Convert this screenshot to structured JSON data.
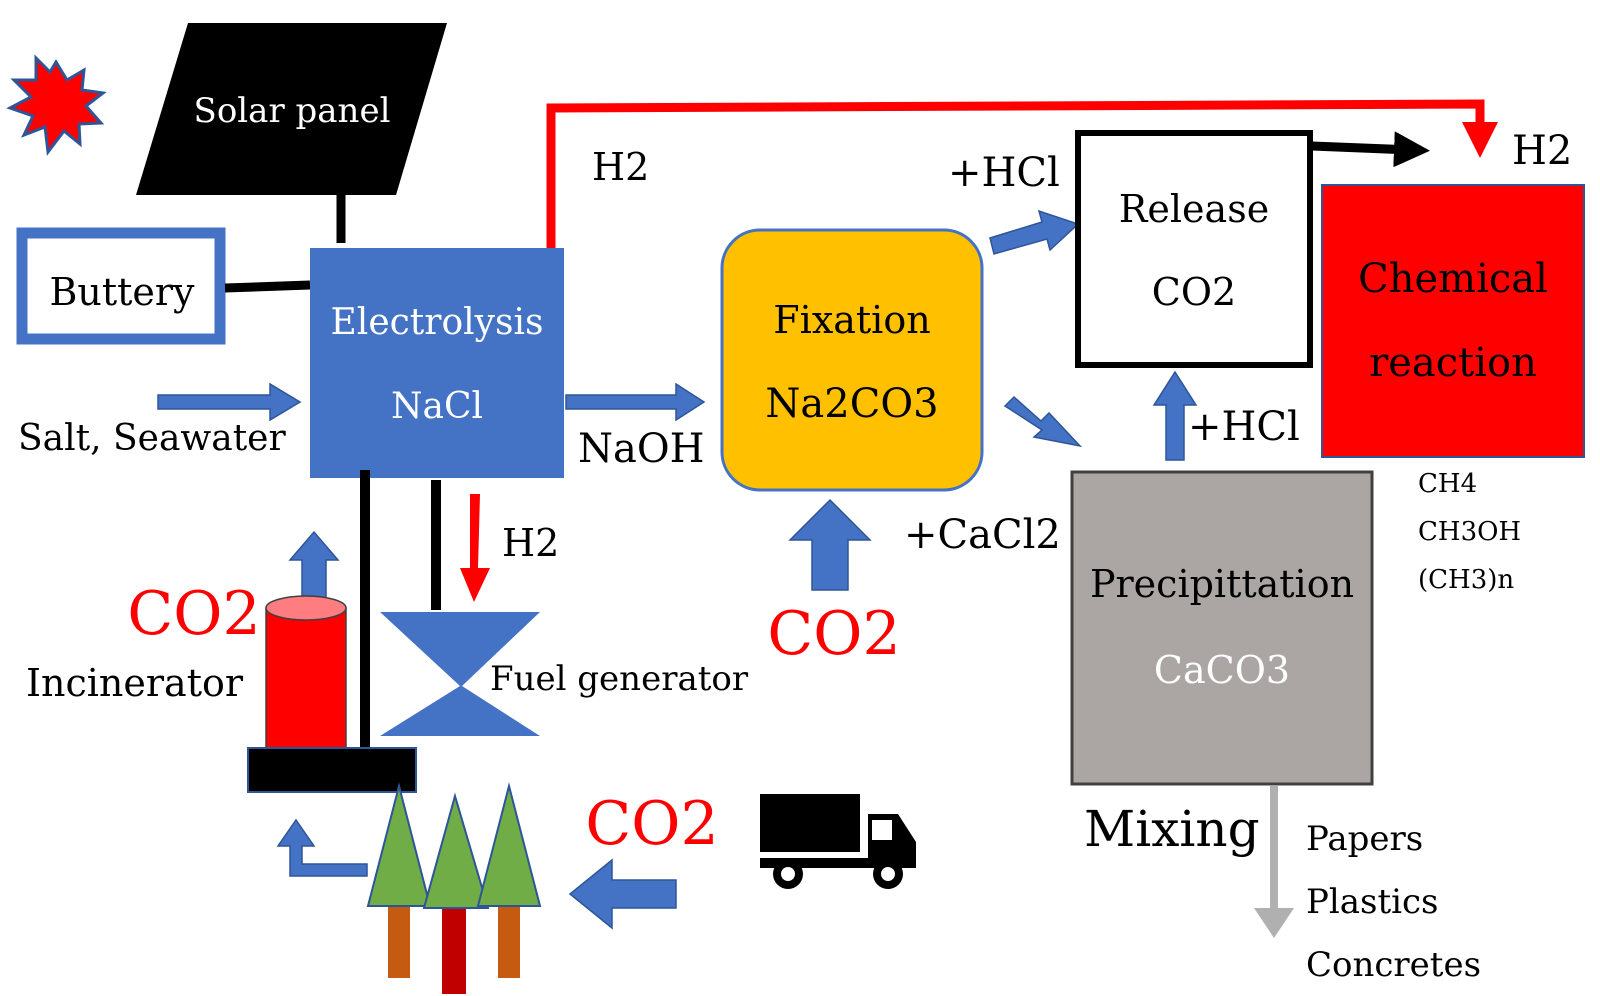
{
  "colors": {
    "blue": "#4472C4",
    "blue_dark": "#2E5597",
    "red": "#FF0000",
    "black": "#000000",
    "yellow": "#FFC000",
    "gray": "#ABA6A4",
    "green": "#70AD47",
    "trunk": "#C55A11",
    "trunk_dark": "#C00000",
    "arrow_gray": "#B0B0B0"
  },
  "nodes": {
    "solar_panel": "Solar panel",
    "battery": "Buttery",
    "electrolysis": {
      "line1": "Electrolysis",
      "line2": "NaCl"
    },
    "fixation": {
      "line1": "Fixation",
      "line2": "Na2CO3"
    },
    "release": {
      "line1": "Release",
      "line2": "CO2"
    },
    "chemical_reaction": {
      "line1": "Chemical",
      "line2": "reaction"
    },
    "precipitation": {
      "line1": "Precipittation",
      "line2": "CaCO3"
    },
    "fuel_generator": "Fuel generator",
    "incinerator": "Incinerator"
  },
  "labels": {
    "salt_seawater": "Salt, Seawater",
    "h2_top": "H2",
    "h2_right": "H2",
    "h2_fuel": "H2",
    "naoh": "NaOH",
    "hcl_top": "+HCl",
    "hcl_mid": "+HCl",
    "cacl2": "+CaCl2",
    "co2_fixation": "CO2",
    "co2_incinerator": "CO2",
    "co2_truck": "CO2",
    "mixing": "Mixing"
  },
  "products": {
    "chemicals": [
      "CH4",
      "CH3OH",
      "(CH3)n"
    ],
    "materials": [
      "Papers",
      "Plastics",
      "Concretes"
    ]
  },
  "icons": {
    "sun": "sun-burst-icon",
    "truck": "truck-icon",
    "trees": "forest-icon"
  }
}
